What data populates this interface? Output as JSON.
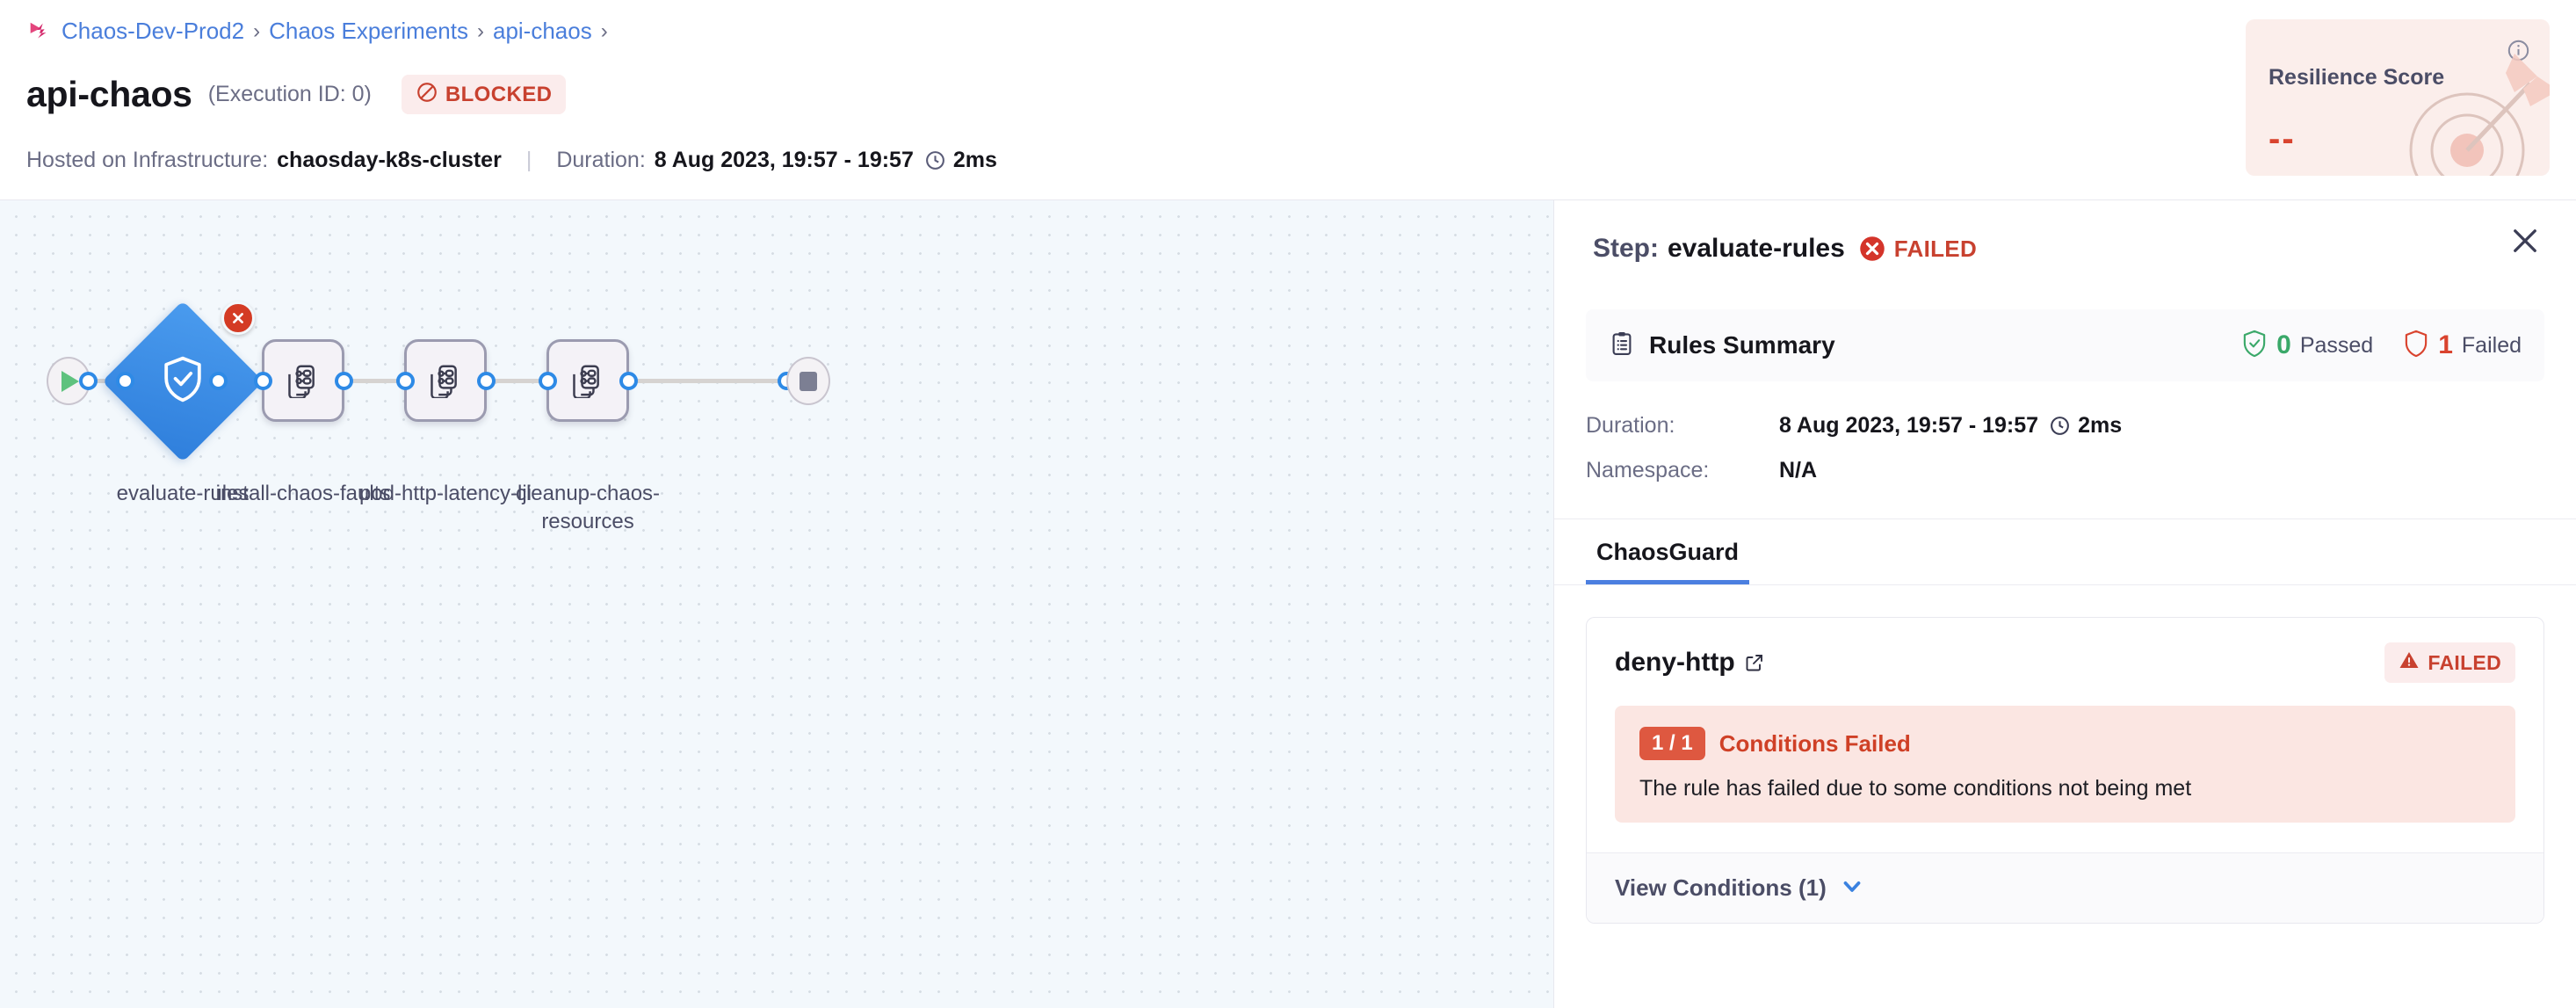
{
  "breadcrumb": {
    "logo": "harness-logo-icon",
    "items": [
      "Chaos-Dev-Prod2",
      "Chaos Experiments",
      "api-chaos"
    ],
    "separator": "›",
    "trailing_separator": "›"
  },
  "header": {
    "title": "api-chaos",
    "execution_id": "(Execution ID: 0)",
    "status_badge": {
      "label": "BLOCKED",
      "icon": "blocked-icon",
      "color": "#c8412f",
      "bg": "#fbecec"
    },
    "infra_label": "Hosted on Infrastructure:",
    "infra_value": "chaosday-k8s-cluster",
    "divider": "|",
    "duration_label": "Duration:",
    "duration_value": "8 Aug 2023, 19:57 - 19:57",
    "duration_clock_icon": "clock-icon",
    "duration_elapsed": "2ms"
  },
  "resilience": {
    "title": "Resilience Score",
    "value": "--",
    "info_icon": "info-circle-icon",
    "decoration_icon": "target-arrow-icon",
    "bg": "#fbeeeb",
    "value_color": "#d9432e"
  },
  "canvas": {
    "start_node": {
      "name": "start-node",
      "icon": "play-icon"
    },
    "end_node": {
      "name": "end-node",
      "icon": "stop-icon"
    },
    "nodes": [
      {
        "id": "evaluate-rules",
        "label": "evaluate-rules",
        "type": "diamond",
        "icon": "shield-check-icon",
        "status": "failed",
        "status_icon": "error-x-icon",
        "color": "#3c8ae4"
      },
      {
        "id": "install-chaos-faults",
        "label": "install-chaos-faults",
        "type": "box",
        "icon": "chaos-fault-icon"
      },
      {
        "id": "pod-http-latency-lji",
        "label": "pod-http-latency-lji",
        "type": "box",
        "icon": "chaos-fault-icon"
      },
      {
        "id": "cleanup-chaos-resources",
        "label": "cleanup-chaos-resources",
        "type": "box",
        "icon": "chaos-fault-icon"
      }
    ]
  },
  "panel": {
    "step_prefix": "Step:",
    "step_name": "evaluate-rules",
    "step_status": "FAILED",
    "step_status_icon": "error-x-icon",
    "close_icon": "close-icon",
    "rules_summary": {
      "icon": "clipboard-list-icon",
      "title": "Rules Summary",
      "passed_count": "0",
      "passed_label": "Passed",
      "passed_icon": "shield-check-icon",
      "failed_count": "1",
      "failed_label": "Failed",
      "failed_icon": "shield-outline-icon"
    },
    "details": [
      {
        "key": "Duration:",
        "value": "8 Aug 2023, 19:57 - 19:57",
        "clock_icon": "clock-icon",
        "elapsed": "2ms"
      },
      {
        "key": "Namespace:",
        "value": "N/A"
      }
    ],
    "tabs": [
      {
        "label": "ChaosGuard",
        "active": true
      }
    ],
    "rule_card": {
      "name": "deny-http",
      "external_link_icon": "external-link-icon",
      "status_badge": {
        "label": "FAILED",
        "icon": "warning-triangle-icon"
      },
      "condition": {
        "pill": "1 / 1",
        "title": "Conditions Failed",
        "description": "The rule has failed due to some conditions not being met"
      },
      "footer": {
        "label": "View Conditions (1)",
        "chevron_icon": "chevron-down-icon"
      }
    }
  },
  "colors": {
    "accent_blue": "#4b7fe0",
    "link_blue": "#4a7edb",
    "danger_red": "#c8412f",
    "success_green": "#3aa869",
    "node_blue": "#3c8ae4",
    "canvas_bg": "#f3f8fc"
  }
}
